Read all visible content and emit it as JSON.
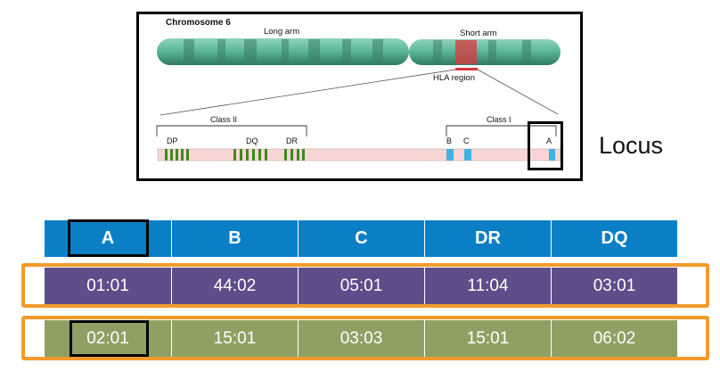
{
  "figure": {
    "chromosome_title": "Chromosome 6",
    "long_arm_label": "Long arm",
    "short_arm_label": "Short arm",
    "hla_region_label": "HLA region",
    "class2_label": "Class II",
    "class1_label": "Class I",
    "genes": [
      "DP",
      "DQ",
      "DR",
      "B",
      "C",
      "A"
    ],
    "colors": {
      "chromosome": "#5db89a",
      "band": "#3c7f68",
      "hla": "#d9383c",
      "class2_gene": "#3d8a1f",
      "class1_gene": "#3fb3e3",
      "track": "#f8d6d6"
    }
  },
  "locus_label": "Locus",
  "table": {
    "headers": [
      "A",
      "B",
      "C",
      "DR",
      "DQ"
    ],
    "rows": [
      [
        "01:01",
        "44:02",
        "05:01",
        "11:04",
        "03:01"
      ],
      [
        "02:01",
        "15:01",
        "03:03",
        "15:01",
        "06:02"
      ]
    ],
    "colors": {
      "header": "#0b7fc6",
      "row1": "#5f4d8a",
      "row2": "#8ea163",
      "highlight_frame": "#f39a2b"
    }
  }
}
